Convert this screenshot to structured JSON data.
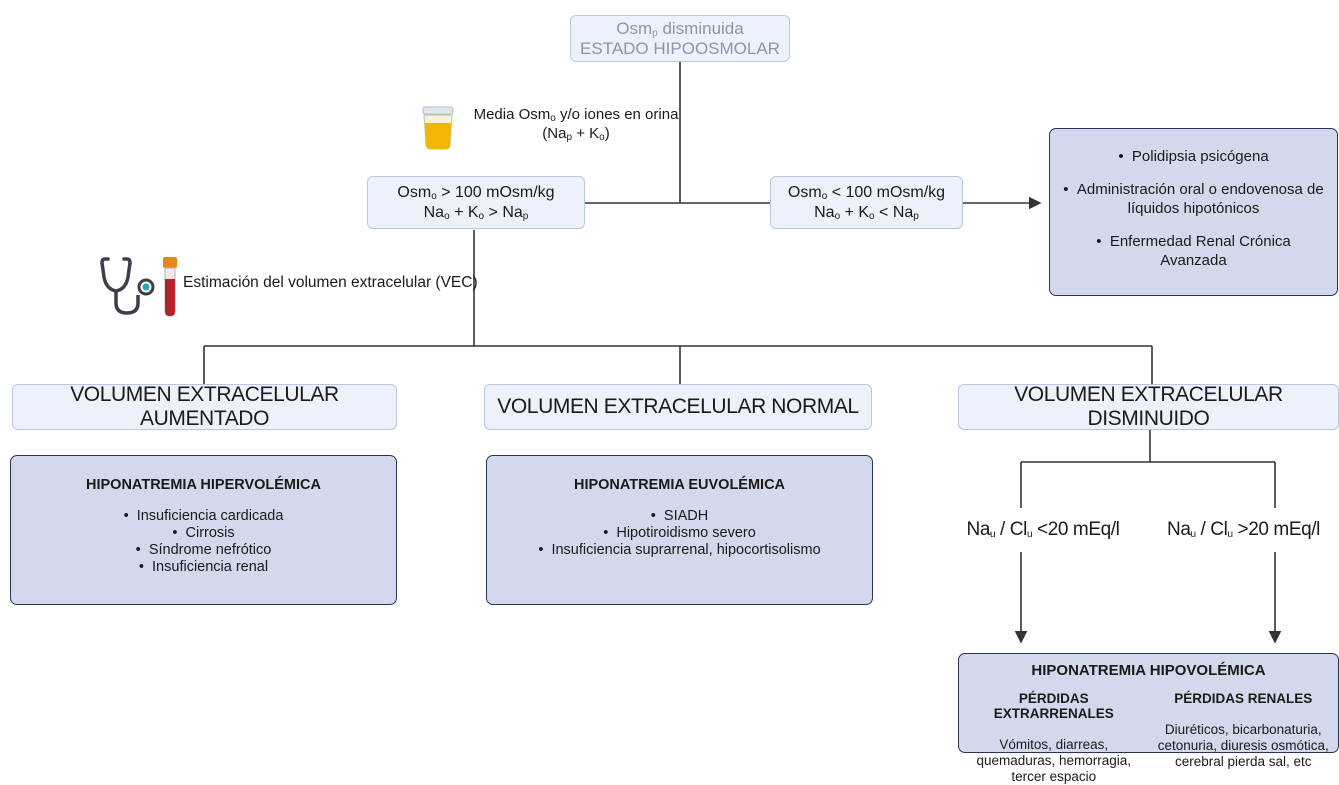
{
  "top": {
    "line1_a": "Osm",
    "line1_sub": "p",
    "line1_b": " disminuida",
    "line2": "ESTADO HIPOOSMOLAR"
  },
  "urine_note": {
    "line1_a": "Media Osm",
    "line1_sub": "o",
    "line1_b": " y/o iones en orina",
    "line2_a": "(Na",
    "line2_sub1": "p",
    "line2_b": " + K",
    "line2_sub2": "o",
    "line2_c": ")"
  },
  "left_cond": {
    "l1_a": "Osm",
    "l1_sub": "o",
    "l1_b": " > 100 mOsm/kg",
    "l2_a": "Na",
    "l2_sub1": "o",
    "l2_b": " + K",
    "l2_sub2": "o",
    "l2_c": " > Na",
    "l2_sub3": "p"
  },
  "right_cond": {
    "l1_a": "Osm",
    "l1_sub": "o",
    "l1_b": " < 100 mOsm/kg",
    "l2_a": "Na",
    "l2_sub1": "o",
    "l2_b": " + K",
    "l2_sub2": "o",
    "l2_c": " < Na",
    "l2_sub3": "p"
  },
  "causes_box": {
    "items": [
      "Polidipsia psicógena",
      "Administración oral o endovenosa de líquidos hipotónicos",
      "Enfermedad Renal Crónica Avanzada"
    ]
  },
  "vec_note": "Estimación del volumen extracelular (VEC)",
  "volumes": {
    "increased": "VOLUMEN EXTRACELULAR AUMENTADO",
    "normal": "VOLUMEN EXTRACELULAR NORMAL",
    "decreased": "VOLUMEN EXTRACELULAR DISMINUIDO"
  },
  "hyper": {
    "title": "HIPONATREMIA HIPERVOLÉMICA",
    "items": [
      "Insuficiencia cardicada",
      "Cirrosis",
      "Síndrome nefrótico",
      "Insuficiencia renal"
    ]
  },
  "euvo": {
    "title": "HIPONATREMIA EUVOLÉMICA",
    "items": [
      "SIADH",
      "Hipotiroidismo severo",
      "Insuficiencia suprarrenal, hipocortisolismo"
    ]
  },
  "nau_low": {
    "a": "Na",
    "sub1": "u",
    "b": " / Cl",
    "sub2": "u",
    "c": " <20 mEq/l"
  },
  "nau_high": {
    "a": "Na",
    "sub1": "u",
    "b": " / Cl",
    "sub2": "u",
    "c": " >20 mEq/l"
  },
  "hypo": {
    "title": "HIPONATREMIA HIPOVOLÉMICA",
    "col1_title": "PÉRDIDAS EXTRARRENALES",
    "col1_text": "Vómitos, diarreas, quemaduras, hemorragia, tercer espacio",
    "col2_title": "PÉRDIDAS RENALES",
    "col2_text": "Diuréticos, bicarbonaturia, cetonuria, diuresis osmótica, cerebral pierda sal, etc"
  },
  "colors": {
    "light_fill": "#edf2fa",
    "light_border": "#b9c7e0",
    "dark_fill": "#d3d9ec",
    "dark_border": "#2b3452",
    "line": "#333333",
    "urine": "#f2b705",
    "tube": "#c0392b"
  },
  "icons": [
    "urine-cup-icon",
    "stethoscope-icon",
    "blood-tube-icon"
  ]
}
